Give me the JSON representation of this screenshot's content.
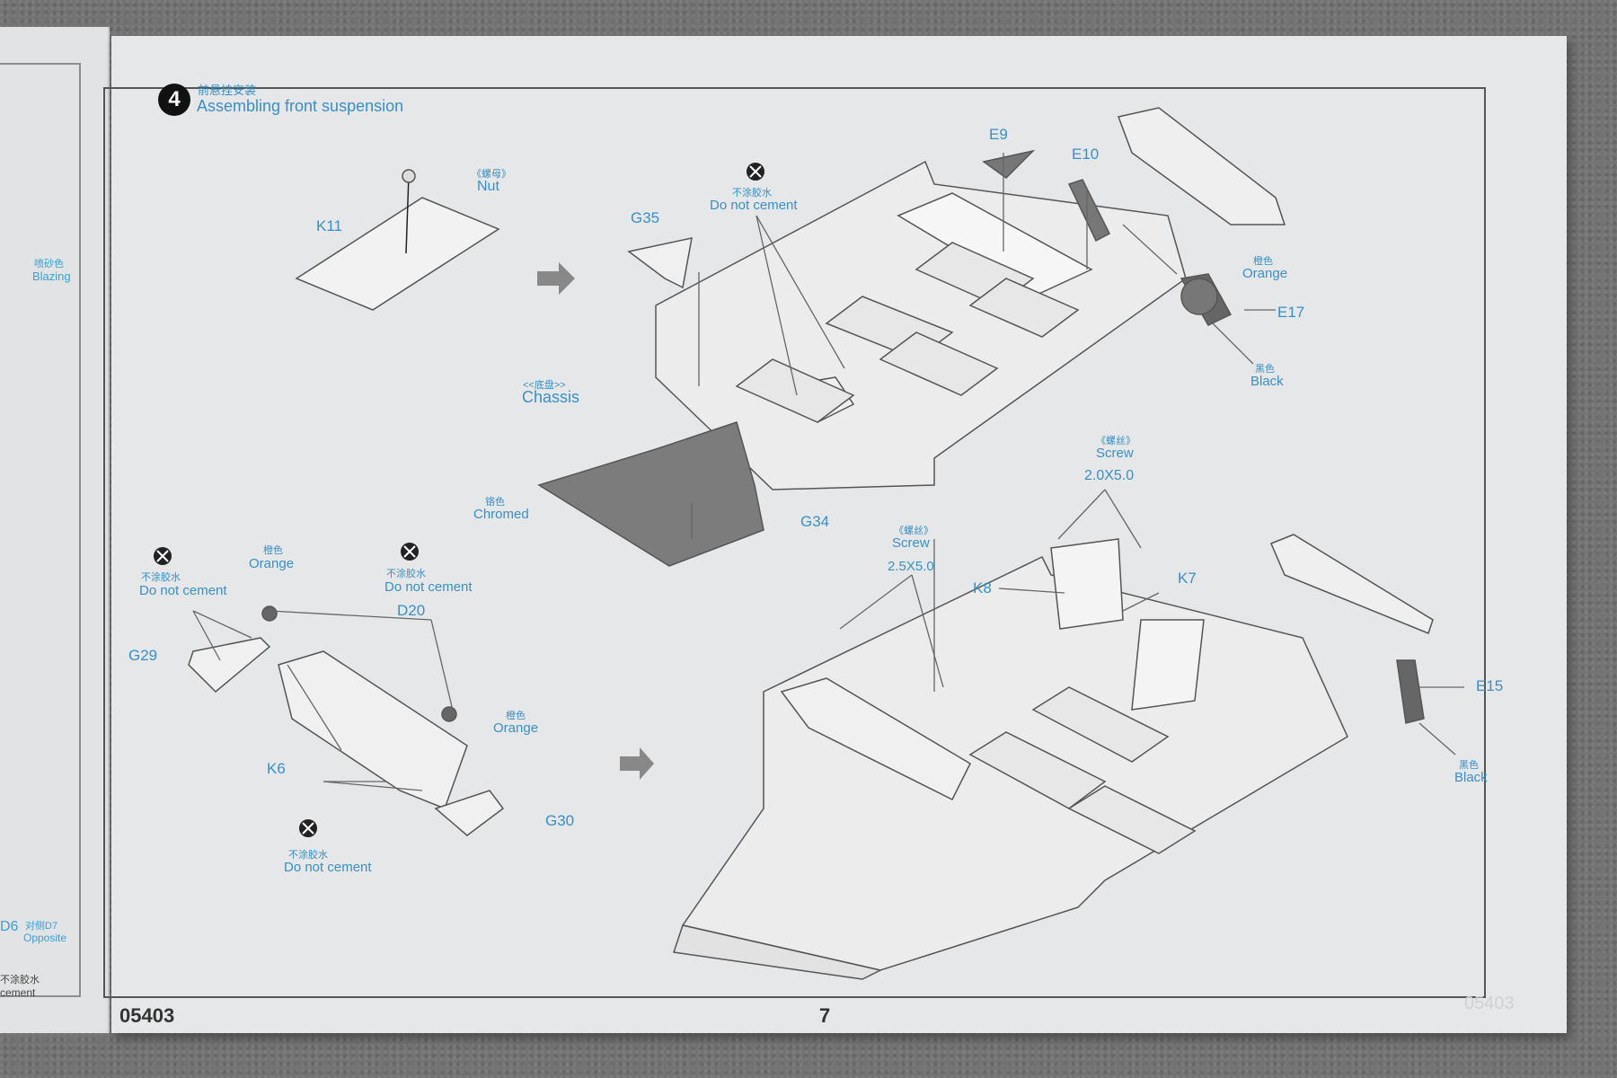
{
  "page": {
    "model_code": "05403",
    "page_number": "7",
    "ghost_code": "05403"
  },
  "step": {
    "number": "4",
    "title_cn": "前悬挂安装",
    "title_en": "Assembling front suspension"
  },
  "left_page": {
    "label_1_cn": "喷砂色",
    "label_1_en": "Blazing",
    "label_2": "D6",
    "label_3_cn": "对侧D7",
    "label_3_en": "Opposite",
    "label_4_cn": "不涂胶水",
    "label_4_en": "cement"
  },
  "labels": {
    "nut_cn": "《螺母》",
    "nut_en": "Nut",
    "k11": "K11",
    "dnc1_cn": "不涂胶水",
    "dnc1_en": "Do not cement",
    "g35": "G35",
    "e9": "E9",
    "e10": "E10",
    "orange1_cn": "橙色",
    "orange1_en": "Orange",
    "e17": "E17",
    "black1_cn": "黑色",
    "black1_en": "Black",
    "chassis_cn": "<<底盘>>",
    "chassis_en": "Chassis",
    "chromed_cn": "铬色",
    "chromed_en": "Chromed",
    "g34": "G34",
    "screw1_cn": "《螺丝》",
    "screw1_en": "Screw",
    "screw1_size": "2.0X5.0",
    "screw2_cn": "《螺丝》",
    "screw2_en": "Screw",
    "screw2_size": "2.5X5.0",
    "k8": "K8",
    "k7": "K7",
    "e15": "E15",
    "black2_cn": "黑色",
    "black2_en": "Black",
    "dnc2_cn": "不涂胶水",
    "dnc2_en": "Do not cement",
    "orange2_cn": "橙色",
    "orange2_en": "Orange",
    "dnc3_cn": "不涂胶水",
    "dnc3_en": "Do not cement",
    "d20": "D20",
    "g29": "G29",
    "orange3_cn": "橙色",
    "orange3_en": "Orange",
    "k6": "K6",
    "g30": "G30",
    "dnc4_cn": "不涂胶水",
    "dnc4_en": "Do not cement"
  },
  "icons": {
    "no_cement": "no-cement-icon",
    "arrow": "arrow-right-icon"
  },
  "colors": {
    "accent": "#3a8fc4",
    "line": "#444444",
    "paper": "#e6e7e8"
  }
}
